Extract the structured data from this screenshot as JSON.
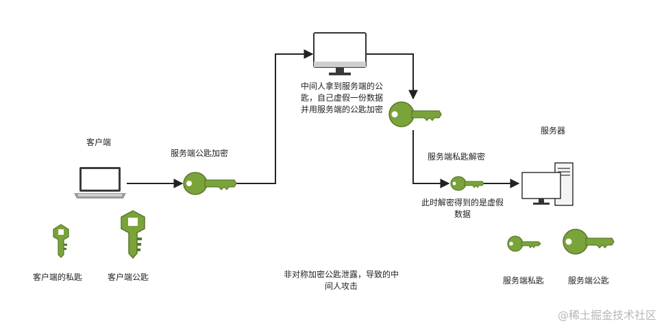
{
  "client": {
    "title": "客户端",
    "private_key_label": "客户端的私匙",
    "public_key_label": "客户端公匙"
  },
  "server": {
    "title": "服务器",
    "private_key_label": "服务端私匙",
    "public_key_label": "服务端公匙"
  },
  "steps": {
    "encrypt_label": "服务端公匙加密",
    "mitm_text": "中间人拿到服务端的公匙，自己虚假一份数据并用服务端的公匙加密",
    "decrypt_label": "服务端私匙解密",
    "result_text": "此时解密得到的是虚假数据"
  },
  "caption": "非对称加密公匙泄露，导致的中间人攻击",
  "watermark": "@稀土掘金技术社区",
  "colors": {
    "key_green": "#7aa33a",
    "key_dark": "#55772a",
    "arrow": "#222222"
  },
  "icons": [
    "laptop-icon",
    "monitor-icon",
    "server-icon",
    "key-icon"
  ]
}
